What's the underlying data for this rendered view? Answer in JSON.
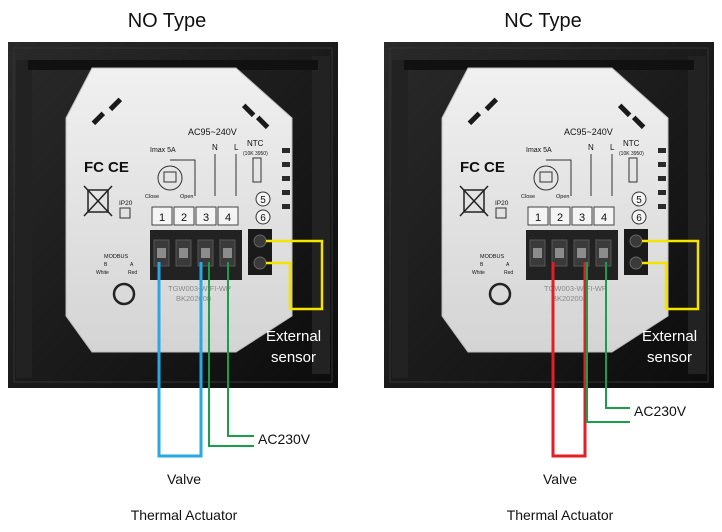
{
  "panels": [
    {
      "id": "no",
      "title": "NO Type",
      "voltage": "AC95~240V",
      "imax": "Imax 5A",
      "n_label": "N",
      "l_label": "L",
      "ntc_label": "NTC",
      "ntc_sub": "(10K 3950)",
      "close_label": "Close",
      "open_label": "Open",
      "ip_label": "IP20",
      "modbus_label": "MODBUS",
      "modbus_b": "B",
      "modbus_a": "A",
      "modbus_white": "White",
      "modbus_red": "Red",
      "terminals": [
        "1",
        "2",
        "3",
        "4"
      ],
      "ntc_terminals": [
        "5",
        "6"
      ],
      "model_line1": "TGW003-WIFI-WP",
      "model_line2": "BK202008",
      "sensor_line1": "External",
      "sensor_line2": "sensor",
      "ac_label": "AC230V",
      "valve_label": "Valve",
      "actuator_label": "Thermal Actuator",
      "valve_wire_color": "#29a9e1"
    },
    {
      "id": "nc",
      "title": "NC Type",
      "voltage": "AC95~240V",
      "imax": "Imax 5A",
      "n_label": "N",
      "l_label": "L",
      "ntc_label": "NTC",
      "ntc_sub": "(10K 3950)",
      "close_label": "Close",
      "open_label": "Open",
      "ip_label": "IP20",
      "modbus_label": "MODBUS",
      "modbus_b": "B",
      "modbus_a": "A",
      "modbus_white": "White",
      "modbus_red": "Red",
      "terminals": [
        "1",
        "2",
        "3",
        "4"
      ],
      "ntc_terminals": [
        "5",
        "6"
      ],
      "model_line1": "TGW003-WIFI-WP",
      "model_line2": "BK202008",
      "sensor_line1": "External",
      "sensor_line2": "sensor",
      "ac_label": "AC230V",
      "valve_label": "Valve",
      "actuator_label": "Thermal Actuator",
      "valve_wire_color": "#e41e26"
    }
  ],
  "colors": {
    "frame": "#181818",
    "board": "#e4e4e4",
    "sensor_wire": "#f5e400",
    "ac_wire": "#1a9e4a"
  }
}
